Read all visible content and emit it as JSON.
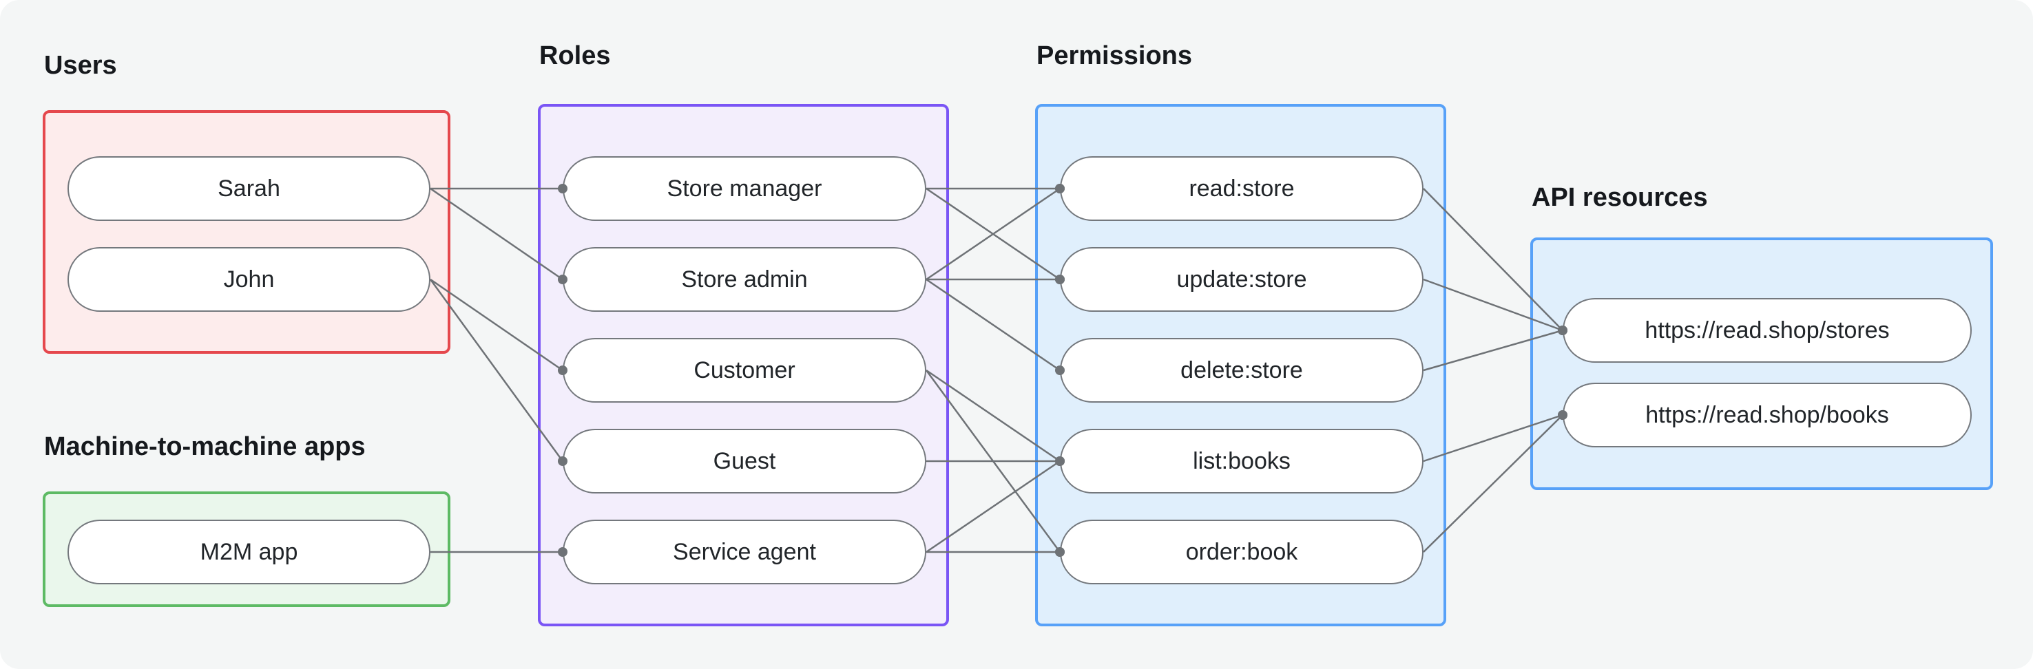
{
  "canvas": {
    "background_color": "#f4f6f6"
  },
  "groups": [
    {
      "id": "users",
      "title": "Users",
      "border_color": "#e5484d",
      "fill_color": "#fdecec",
      "nodes": [
        {
          "id": "sarah",
          "label": "Sarah"
        },
        {
          "id": "john",
          "label": "John"
        }
      ]
    },
    {
      "id": "m2m-apps",
      "title": "Machine-to-machine apps",
      "border_color": "#5dba64",
      "fill_color": "#eaf7ec",
      "nodes": [
        {
          "id": "m2m-app",
          "label": "M2M app"
        }
      ]
    },
    {
      "id": "roles",
      "title": "Roles",
      "border_color": "#7a55f5",
      "fill_color": "#f3eefc",
      "nodes": [
        {
          "id": "store-manager",
          "label": "Store manager"
        },
        {
          "id": "store-admin",
          "label": "Store admin"
        },
        {
          "id": "customer",
          "label": "Customer"
        },
        {
          "id": "guest",
          "label": "Guest"
        },
        {
          "id": "service-agent",
          "label": "Service agent"
        }
      ]
    },
    {
      "id": "permissions",
      "title": "Permissions",
      "border_color": "#57a1f8",
      "fill_color": "#e0effc",
      "nodes": [
        {
          "id": "read-store",
          "label": "read:store"
        },
        {
          "id": "update-store",
          "label": "update:store"
        },
        {
          "id": "delete-store",
          "label": "delete:store"
        },
        {
          "id": "list-books",
          "label": "list:books"
        },
        {
          "id": "order-book",
          "label": "order:book"
        }
      ]
    },
    {
      "id": "api-resources",
      "title": "API resources",
      "border_color": "#57a1f8",
      "fill_color": "#e0effc",
      "nodes": [
        {
          "id": "api-stores",
          "label": "https://read.shop/stores"
        },
        {
          "id": "api-books",
          "label": "https://read.shop/books"
        }
      ]
    }
  ],
  "edges": [
    {
      "from": "sarah",
      "to": "store-manager"
    },
    {
      "from": "sarah",
      "to": "store-admin"
    },
    {
      "from": "john",
      "to": "customer"
    },
    {
      "from": "john",
      "to": "guest"
    },
    {
      "from": "m2m-app",
      "to": "service-agent"
    },
    {
      "from": "store-manager",
      "to": "read-store"
    },
    {
      "from": "store-manager",
      "to": "update-store"
    },
    {
      "from": "store-admin",
      "to": "read-store"
    },
    {
      "from": "store-admin",
      "to": "update-store"
    },
    {
      "from": "store-admin",
      "to": "delete-store"
    },
    {
      "from": "customer",
      "to": "list-books"
    },
    {
      "from": "customer",
      "to": "order-book"
    },
    {
      "from": "guest",
      "to": "list-books"
    },
    {
      "from": "service-agent",
      "to": "list-books"
    },
    {
      "from": "service-agent",
      "to": "order-book"
    },
    {
      "from": "read-store",
      "to": "api-stores"
    },
    {
      "from": "update-store",
      "to": "api-stores"
    },
    {
      "from": "delete-store",
      "to": "api-stores"
    },
    {
      "from": "list-books",
      "to": "api-books"
    },
    {
      "from": "order-book",
      "to": "api-books"
    }
  ],
  "edge_style": {
    "color": "#6e7276",
    "width": 2.5,
    "dot_radius": 7
  }
}
